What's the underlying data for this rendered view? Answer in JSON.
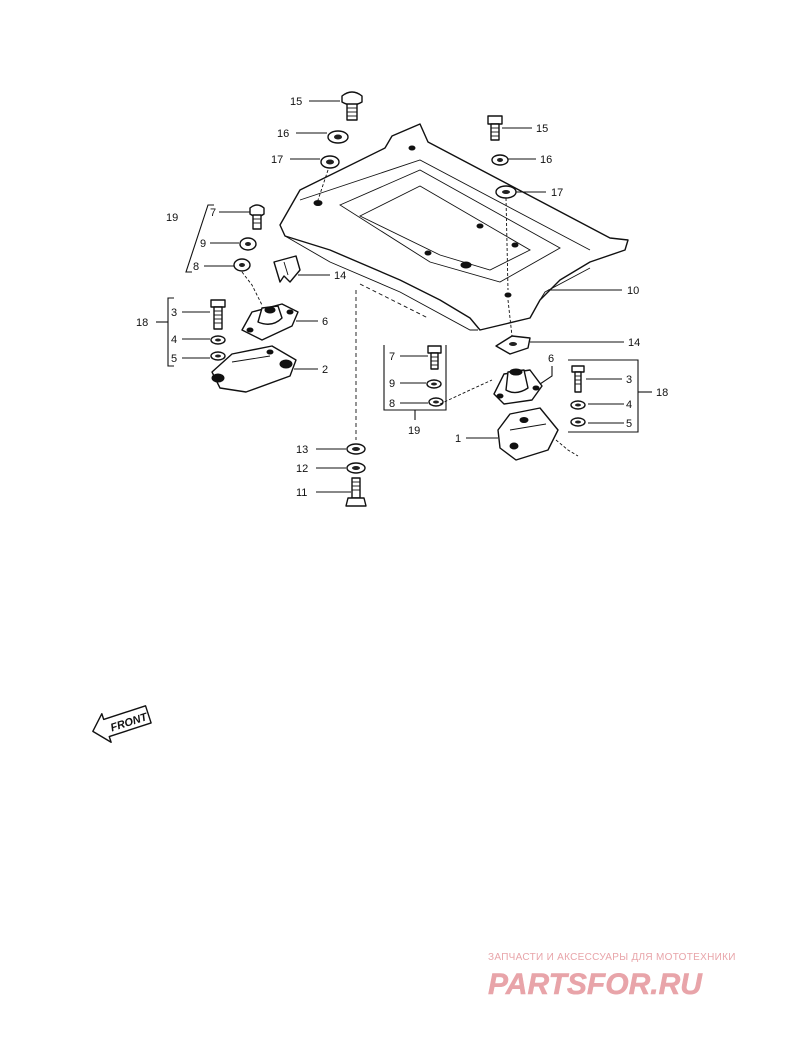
{
  "callouts": {
    "c15a": "15",
    "c16a": "16",
    "c17a": "17",
    "c15b": "15",
    "c16b": "16",
    "c17b": "17",
    "c19a": "19",
    "c7a": "7",
    "c9a": "9",
    "c8a": "8",
    "c14a": "14",
    "c10": "10",
    "c14b": "14",
    "c18a": "18",
    "c3a": "3",
    "c4a": "4",
    "c5a": "5",
    "c6a": "6",
    "c2": "2",
    "c7b": "7",
    "c9b": "9",
    "c8b": "8",
    "c19b": "19",
    "c6b": "6",
    "c1": "1",
    "c3b": "3",
    "c4b": "4",
    "c5b": "5",
    "c18b": "18",
    "c13": "13",
    "c12": "12",
    "c11": "11"
  },
  "front_arrow_label": "FRONT",
  "watermark": {
    "tagline": "ЗАПЧАСТИ И АКСЕССУАРЫ ДЛЯ МОТОТЕХНИКИ",
    "logo_text": "PARTSFOR.RU",
    "color": "#e8a4a9"
  }
}
